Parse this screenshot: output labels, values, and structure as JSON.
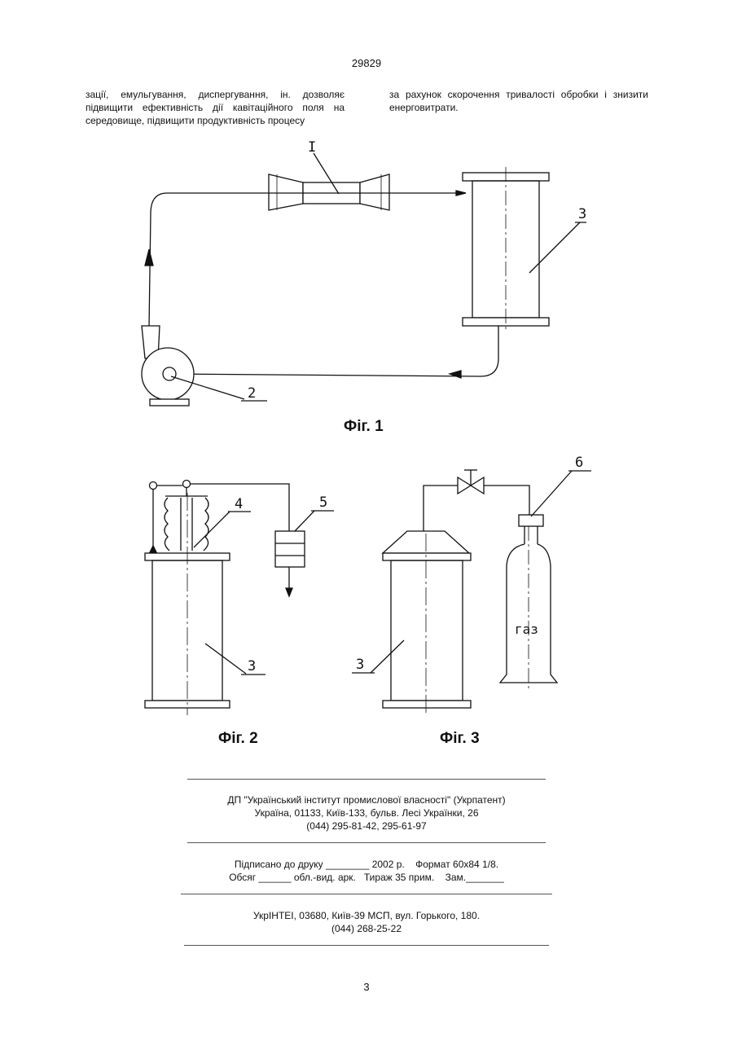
{
  "header": {
    "page_number": "29829"
  },
  "text": {
    "left": "зації, емульгування, диспергування, ін. дозволяє підвищити ефективність дії кавітаційного поля на середовище, підвищити продуктивність процесу",
    "right": "за рахунок скорочення тривалості обробки і знизити енерговитрати."
  },
  "figures": {
    "fig1": {
      "caption": "Фіг. 1",
      "labels": {
        "l1": "I",
        "l2": "2",
        "l3": "3"
      }
    },
    "fig2": {
      "caption": "Фіг. 2",
      "labels": {
        "l3": "3",
        "l4": "4",
        "l5": "5"
      }
    },
    "fig3": {
      "caption": "Фіг. 3",
      "labels": {
        "l3": "3",
        "l6": "6",
        "gas": "газ"
      }
    }
  },
  "imprint": {
    "org_line1": "ДП \"Український інститут промислової власності\" (Укрпатент)",
    "org_line2": "Україна, 01133, Київ-133, бульв. Лесі Українки, 26",
    "org_line3": "(044) 295-81-42, 295-61-97",
    "print_line1": "Підписано до друку ________ 2002 р.    Формат 60х84 1/8.",
    "print_line2": "Обсяг ______ обл.-вид. арк.   Тираж 35 прим.    Зам._______",
    "press_line1": "УкрІНТЕІ, 03680, Київ-39 МСП, вул. Горького, 180.",
    "press_line2": "(044) 268-25-22"
  },
  "footer": {
    "page_number": "3"
  }
}
